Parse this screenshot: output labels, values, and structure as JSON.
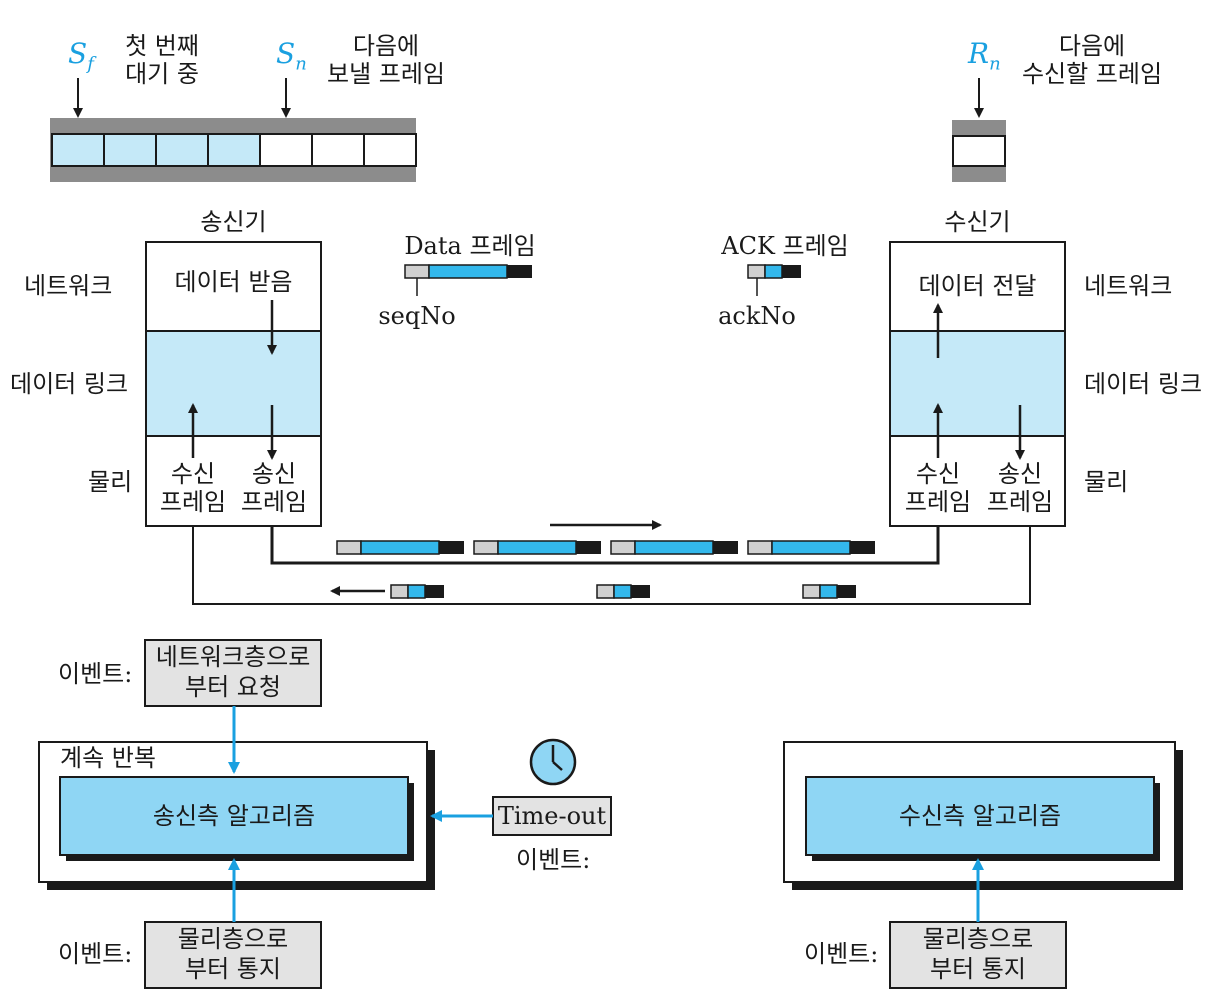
{
  "top": {
    "sf_label": "S",
    "sf_sub": "f",
    "sf_desc1": "첫 번째",
    "sf_desc2": "대기 중",
    "sn_label": "S",
    "sn_sub": "n",
    "sn_desc1": "다음에",
    "sn_desc2": "보낼 프레임",
    "rn_label": "R",
    "rn_sub": "n",
    "rn_desc1": "다음에",
    "rn_desc2": "수신할 프레임"
  },
  "sender": {
    "title": "송신기",
    "network_layer": "네트워크",
    "datalink_layer": "데이터 링크",
    "physical_layer": "물리",
    "receive_data": "데이터 받음",
    "recv_frame1": "수신",
    "recv_frame2": "프레임",
    "send_frame1": "송신",
    "send_frame2": "프레임"
  },
  "receiver": {
    "title": "수신기",
    "network_layer": "네트워크",
    "datalink_layer": "데이터 링크",
    "physical_layer": "물리",
    "deliver_data": "데이터 전달",
    "recv_frame1": "수신",
    "recv_frame2": "프레임",
    "send_frame1": "송신",
    "send_frame2": "프레임"
  },
  "frames": {
    "data_frame": "Data 프레임",
    "ack_frame": "ACK 프레임",
    "seqno": "seqNo",
    "ackno": "ackNo"
  },
  "bottom": {
    "event_label": "이벤트:",
    "net_request1": "네트워크층으로",
    "net_request2": "부터 요청",
    "repeat_forever": "계속 반복",
    "sender_algo": "송신측 알고리즘",
    "receiver_algo": "수신측 알고리즘",
    "timeout": "Time-out",
    "phys_notify1": "물리층으로",
    "phys_notify2": "부터 통지"
  },
  "colors": {
    "light_blue": "#c5e9f8",
    "accent_blue": "#33b8ec",
    "algo_blue": "#8fd6f4",
    "gray": "#8c8c8c",
    "event_gray": "#e3e3e3",
    "cyan_arrow": "#1aa0e0"
  }
}
